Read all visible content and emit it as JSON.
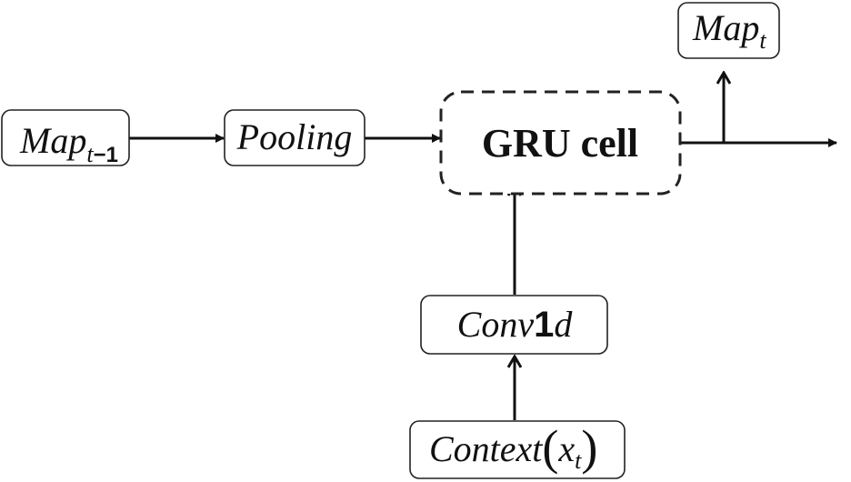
{
  "nodes": {
    "map_prev": {
      "main": "Map",
      "sub": "t",
      "sub_suffix": "−1"
    },
    "pooling": {
      "label": "Pooling"
    },
    "gru": {
      "label": "GRU cell"
    },
    "map_t": {
      "main": "Map",
      "sub": "t"
    },
    "conv": {
      "prefix": "Conv",
      "digit": "1",
      "suffix": "d"
    },
    "context": {
      "main": "Context",
      "open": "(",
      "var": "x",
      "sub": "t",
      "close": ")"
    }
  },
  "edges": [
    {
      "from": "map_prev",
      "to": "pooling"
    },
    {
      "from": "pooling",
      "to": "gru"
    },
    {
      "from": "conv",
      "to": "gru"
    },
    {
      "from": "context",
      "to": "conv"
    },
    {
      "from": "gru",
      "to": "map_t"
    },
    {
      "from": "gru",
      "to": "output"
    }
  ]
}
